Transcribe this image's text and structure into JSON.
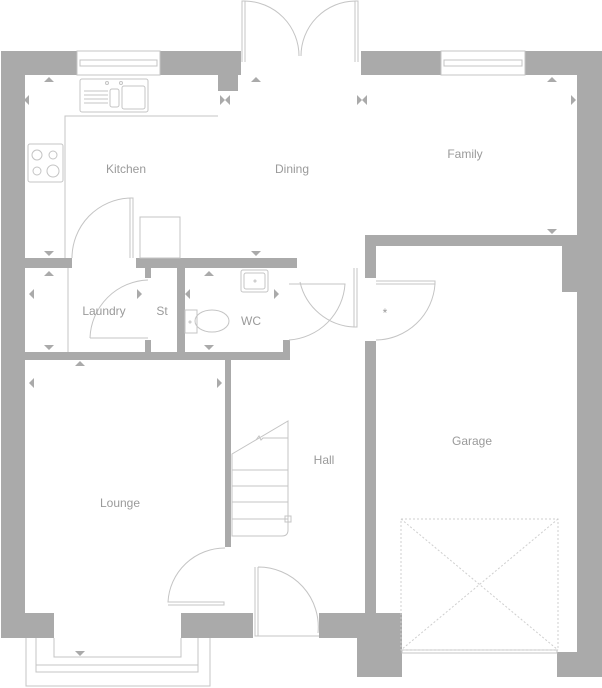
{
  "rooms": {
    "kitchen": "Kitchen",
    "dining": "Dining",
    "family": "Family",
    "laundry": "Laundry",
    "store": "St",
    "wc": "WC",
    "hall": "Hall",
    "lounge": "Lounge",
    "garage": "Garage",
    "garage_note": "*"
  },
  "colors": {
    "wall": "#aaaaaa",
    "fixture_line": "#c4c4c4",
    "label": "#9a9a9a"
  }
}
